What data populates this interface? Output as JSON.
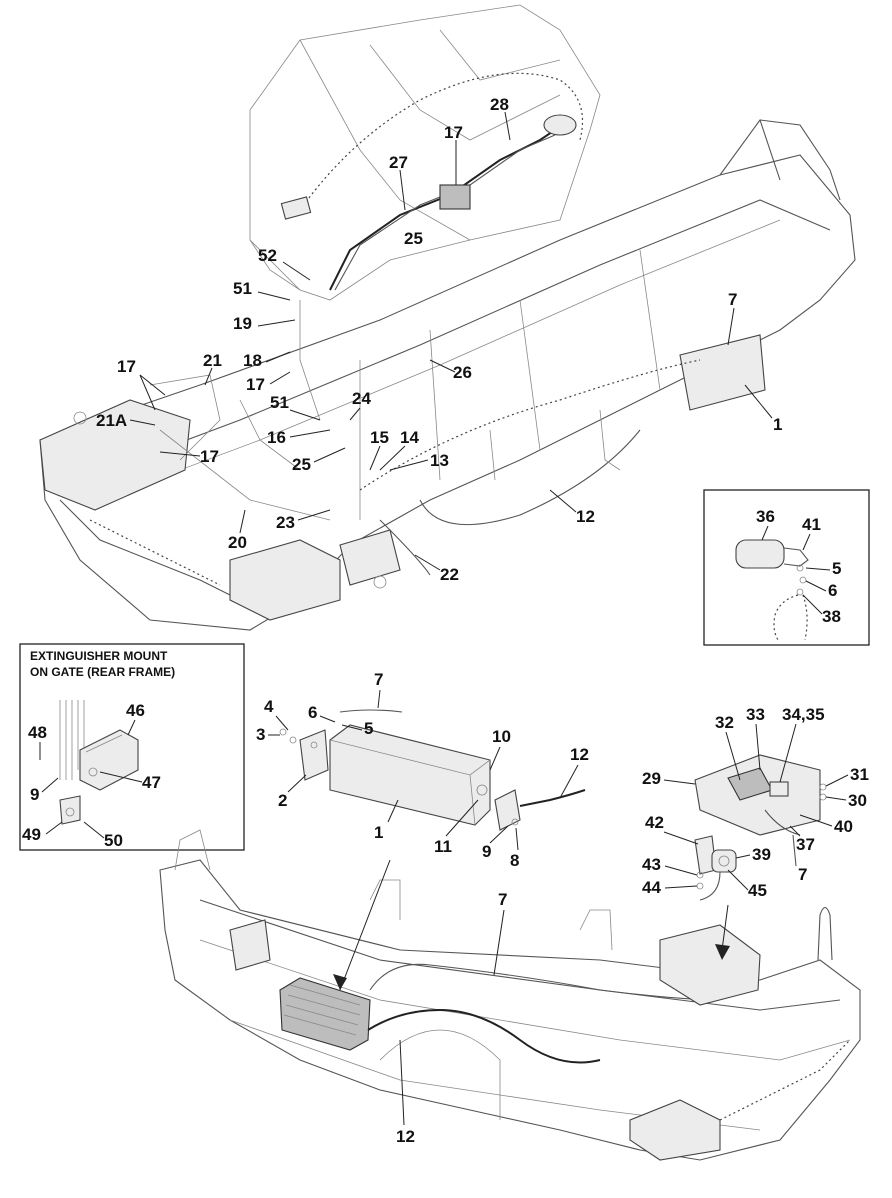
{
  "top_assembly": {
    "callouts": [
      "28",
      "17",
      "27",
      "25",
      "52",
      "51",
      "19",
      "18",
      "17",
      "21",
      "17",
      "21A",
      "17",
      "51",
      "16",
      "25",
      "24",
      "26",
      "15",
      "14",
      "13",
      "7",
      "1",
      "12",
      "23",
      "20",
      "22"
    ]
  },
  "right_inset": {
    "callouts": [
      "36",
      "41",
      "5",
      "6",
      "38"
    ]
  },
  "extinguisher_inset": {
    "title_line1": "EXTINGUISHER MOUNT",
    "title_line2": "ON GATE (REAR FRAME)",
    "callouts": [
      "46",
      "48",
      "47",
      "9",
      "49",
      "50"
    ]
  },
  "exploded_parts": {
    "callouts": [
      "7",
      "4",
      "6",
      "3",
      "5",
      "2",
      "10",
      "12",
      "1",
      "11",
      "9",
      "8",
      "32",
      "33",
      "34,35",
      "29",
      "31",
      "30",
      "40",
      "37",
      "42",
      "39",
      "43",
      "44",
      "45",
      "7"
    ]
  },
  "bottom_assembly": {
    "callouts": [
      "7",
      "1",
      "12"
    ]
  }
}
